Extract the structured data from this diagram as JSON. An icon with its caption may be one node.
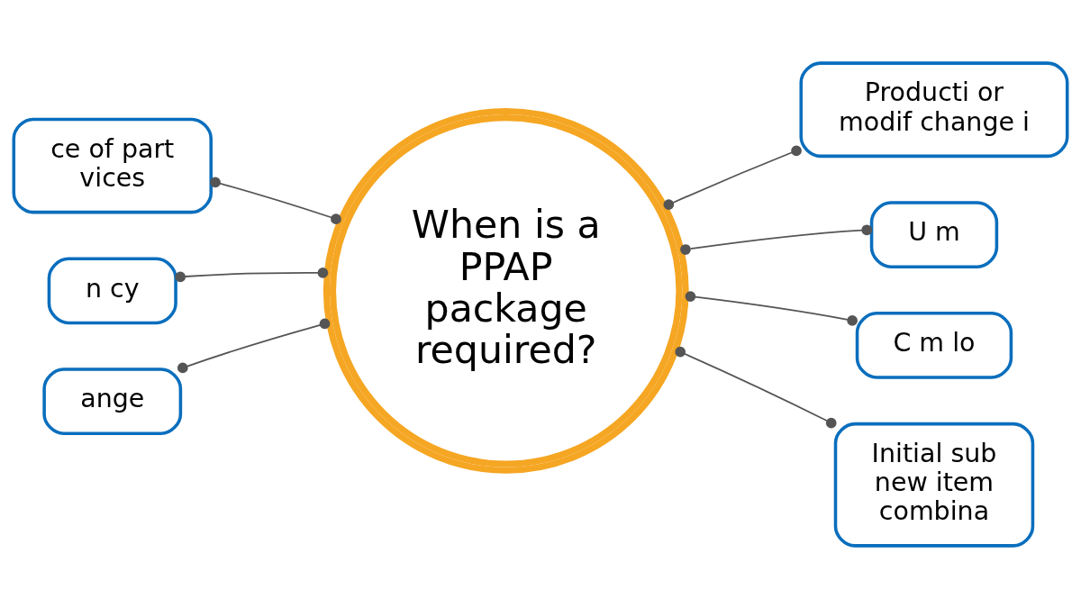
{
  "diagram": {
    "nodes": [
      {
        "text": [
          "When is a PPAP package required?"
        ]
      },
      {
        "text": [
          "ce of part vices"
        ]
      },
      {
        "text": [
          "n cy"
        ]
      },
      {
        "text": [
          "ange"
        ]
      },
      {
        "text": [
          "Producti or modif change i"
        ]
      },
      {
        "text": [
          "U m"
        ]
      },
      {
        "text": [
          "C m lo"
        ]
      },
      {
        "text": [
          "Initial sub new item combina"
        ]
      }
    ],
    "edges": [
      {
        "from": 0,
        "to": 1,
        "arrow": "other"
      },
      {
        "from": 0,
        "to": 2,
        "arrow": "other"
      },
      {
        "from": 0,
        "to": 3,
        "arrow": "other"
      },
      {
        "from": 0,
        "to": 4,
        "arrow": "other"
      },
      {
        "from": 0,
        "to": 5,
        "arrow": "other"
      },
      {
        "from": 0,
        "to": 6,
        "arrow": "other"
      },
      {
        "from": 0,
        "to": 7,
        "arrow": "other"
      }
    ]
  }
}
